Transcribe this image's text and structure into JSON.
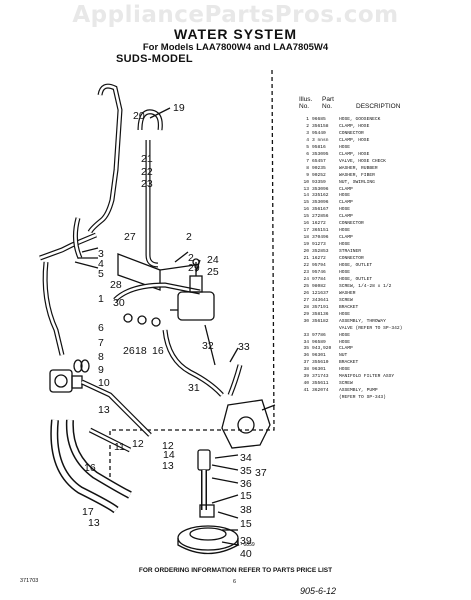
{
  "watermark": "AppliancePartsPros.com",
  "header": {
    "title": "WATER SYSTEM",
    "subtitle": "For Models LAA7800W4 and LAA7805W4",
    "model_label": "SUDS-MODEL"
  },
  "table": {
    "head_illus": "Illus.",
    "head_no": "No.",
    "head_part": "Part",
    "head_partno": "No.",
    "head_desc": "DESCRIPTION",
    "rows": [
      {
        "n": "1",
        "p": "96685",
        "d": "HOSE, GOOSENECK"
      },
      {
        "n": "2",
        "p": "356158",
        "d": "CLAMP, HOSE"
      },
      {
        "n": "3",
        "p": "95440",
        "d": "CONNECTOR"
      },
      {
        "n": "4",
        "p": "3 nnsn",
        "d": "CLAMP, HOSE"
      },
      {
        "n": "5",
        "p": "95816",
        "d": "HOSE"
      },
      {
        "n": "6",
        "p": "353095",
        "d": "CLAMP, HOSE"
      },
      {
        "n": "7",
        "p": "65457",
        "d": "VALVE, HOSE CHECK"
      },
      {
        "n": "8",
        "p": "90235",
        "d": "WASHER, RUBBER"
      },
      {
        "n": "9",
        "p": "90252",
        "d": "WASHER, FIBER"
      },
      {
        "n": "10",
        "p": "93359",
        "d": "NUT, SWIRLING"
      },
      {
        "n": "13",
        "p": "353096",
        "d": "CLAMP"
      },
      {
        "n": "14",
        "p": "335162",
        "d": "HOSE"
      },
      {
        "n": "15",
        "p": "353096",
        "d": "CLAMP"
      },
      {
        "n": "16",
        "p": "356167",
        "d": "HOSE"
      },
      {
        "n": "15",
        "p": "272856",
        "d": "CLAMP"
      },
      {
        "n": "16",
        "p": "16272",
        "d": "CONNECTOR"
      },
      {
        "n": "17",
        "p": "365151",
        "d": "HOSE"
      },
      {
        "n": "18",
        "p": "370496",
        "d": "CLAMP"
      },
      {
        "n": "19",
        "p": "91273",
        "d": "HOSE"
      },
      {
        "n": "20",
        "p": "352853",
        "d": "STRAINER"
      },
      {
        "n": "21",
        "p": "16272",
        "d": "CONNECTOR"
      },
      {
        "n": "22",
        "p": "95794",
        "d": "HOSE, OUTLET"
      },
      {
        "n": "23",
        "p": "95746",
        "d": "HOSE"
      },
      {
        "n": "24",
        "p": "97784",
        "d": "HOSE, OUTLET"
      },
      {
        "n": "25",
        "p": "98082",
        "d": "SCREW, 1/4-28 x 1/2"
      },
      {
        "n": "26",
        "p": "121637",
        "d": "WASHER"
      },
      {
        "n": "27",
        "p": "343641",
        "d": "SCREW"
      },
      {
        "n": "28",
        "p": "357191",
        "d": "BRACKET"
      },
      {
        "n": "29",
        "p": "358136",
        "d": "HOSE"
      },
      {
        "n": "30",
        "p": "356182",
        "d": "ASSEMBLY, THROWAY"
      },
      {
        "n": "",
        "p": "",
        "d": "VALVE (REFER TO SP-342)"
      },
      {
        "n": "33",
        "p": "97786",
        "d": "HOSE"
      },
      {
        "n": "34",
        "p": "96589",
        "d": "HOSE"
      },
      {
        "n": "35",
        "p": "943,920",
        "d": "CLAMP"
      },
      {
        "n": "36",
        "p": "96301",
        "d": "NUT"
      },
      {
        "n": "37",
        "p": "355610",
        "d": "BRACKET"
      },
      {
        "n": "38",
        "p": "96301",
        "d": "HOSE"
      },
      {
        "n": "39",
        "p": "371743",
        "d": "MANIFOLD FILTER ASSY"
      },
      {
        "n": "",
        "p": "",
        "d": ""
      },
      {
        "n": "40",
        "p": "355611",
        "d": "SCREW"
      },
      {
        "n": "41",
        "p": "362074",
        "d": "ASSEMBLY, PUMP"
      },
      {
        "n": "",
        "p": "",
        "d": "(REFER TO SP-343)"
      }
    ]
  },
  "callouts": [
    {
      "t": "20"
    },
    {
      "t": "19"
    },
    {
      "t": "21"
    },
    {
      "t": "22"
    },
    {
      "t": "23"
    },
    {
      "t": "27"
    },
    {
      "t": "2"
    },
    {
      "t": "3"
    },
    {
      "t": "4"
    },
    {
      "t": "5"
    },
    {
      "t": "28"
    },
    {
      "t": "1"
    },
    {
      "t": "2"
    },
    {
      "t": "29"
    },
    {
      "t": "24"
    },
    {
      "t": "25"
    },
    {
      "t": "30"
    },
    {
      "t": "6"
    },
    {
      "t": "7"
    },
    {
      "t": "8"
    },
    {
      "t": "9"
    },
    {
      "t": "10"
    },
    {
      "t": "26"
    },
    {
      "t": "18"
    },
    {
      "t": "16"
    },
    {
      "t": "32"
    },
    {
      "t": "33"
    },
    {
      "t": "31"
    },
    {
      "t": "13"
    },
    {
      "t": "12"
    },
    {
      "t": "11"
    },
    {
      "t": "12"
    },
    {
      "t": "14"
    },
    {
      "t": "13"
    },
    {
      "t": "16"
    },
    {
      "t": "34"
    },
    {
      "t": "35"
    },
    {
      "t": "36"
    },
    {
      "t": "37"
    },
    {
      "t": "15"
    },
    {
      "t": "38"
    },
    {
      "t": "15"
    },
    {
      "t": "39"
    },
    {
      "t": "40"
    },
    {
      "t": "17"
    },
    {
      "t": "13"
    }
  ],
  "footer": {
    "order_text": "FOR ORDERING INFORMATION REFER TO PARTS PRICE LIST",
    "code": "371703",
    "page": "6",
    "handwritten": "905-6-12",
    "ref": "A - 0859"
  }
}
